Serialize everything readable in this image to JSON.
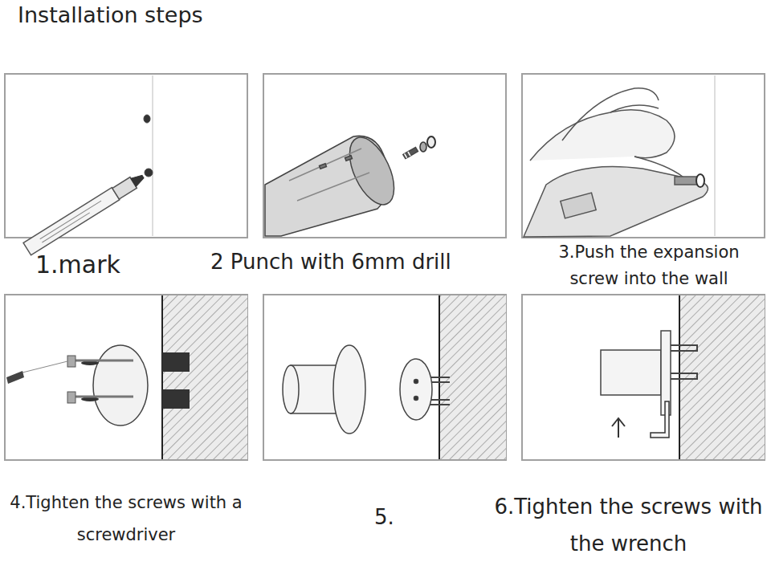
{
  "diagram": {
    "title": "Installation steps",
    "labels": [
      "1.mark",
      "2 Punch with 6mm drill",
      "3.Push the expansion screw into the wall",
      "4.Tighten the screws with a screwdriver",
      "5.",
      "6.Tighten the screws with the wrench"
    ]
  }
}
